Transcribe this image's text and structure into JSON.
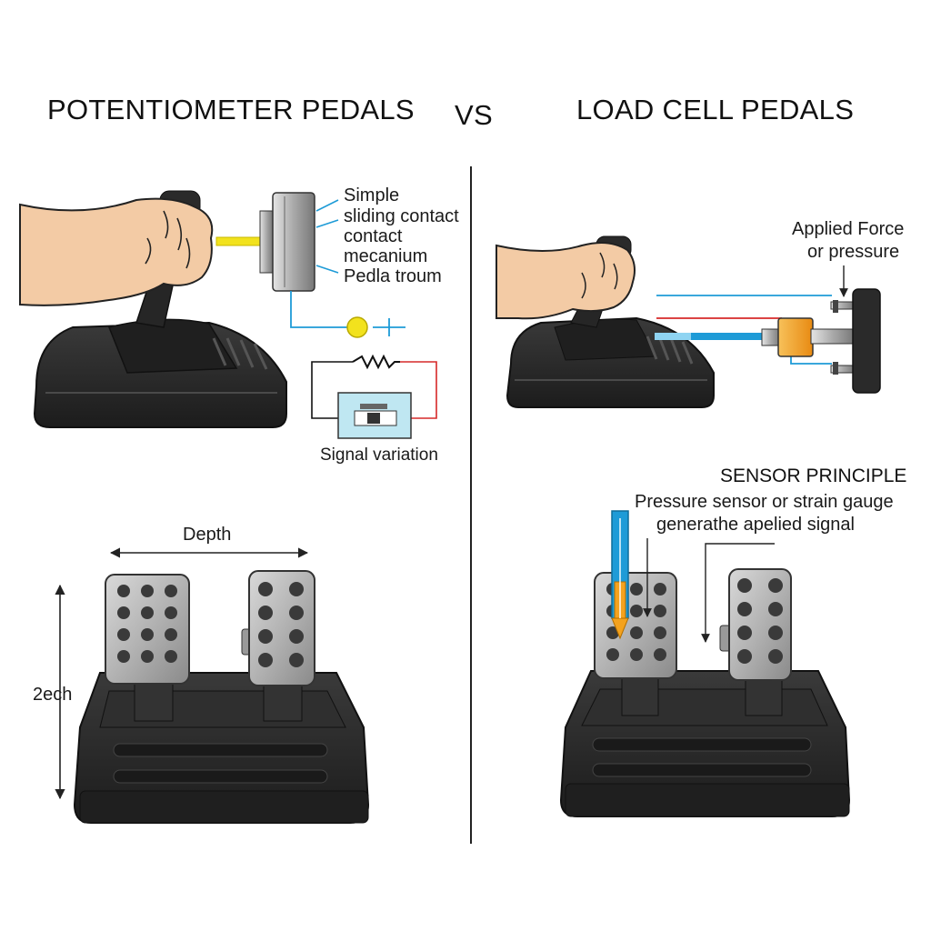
{
  "titles": {
    "left": "POTENTIOMETER PEDALS",
    "vs": "VS",
    "right": "LOAD CELL PEDALS"
  },
  "potentiometer": {
    "mechanism_label": [
      "Simple",
      "sliding contact",
      "contact",
      "mecanium",
      "Pedla troum"
    ],
    "signal_label": "Signal variation",
    "depth_label": "Depth",
    "height_label": "2ech"
  },
  "load_cell": {
    "force_label": [
      "Applied Force",
      "or pressure"
    ],
    "principle_heading": "SENSOR PRINCIPLE",
    "principle_text": [
      "Pressure sensor or strain gauge",
      "generathe apelied signal"
    ]
  },
  "colors": {
    "skin": "#F3CBA5",
    "base": "#2B2B2B",
    "plate": "#B8B8B8",
    "blue": "#1E9BD7",
    "red": "#D62828",
    "yellow": "#F2E21D",
    "orange": "#F4A21E"
  }
}
